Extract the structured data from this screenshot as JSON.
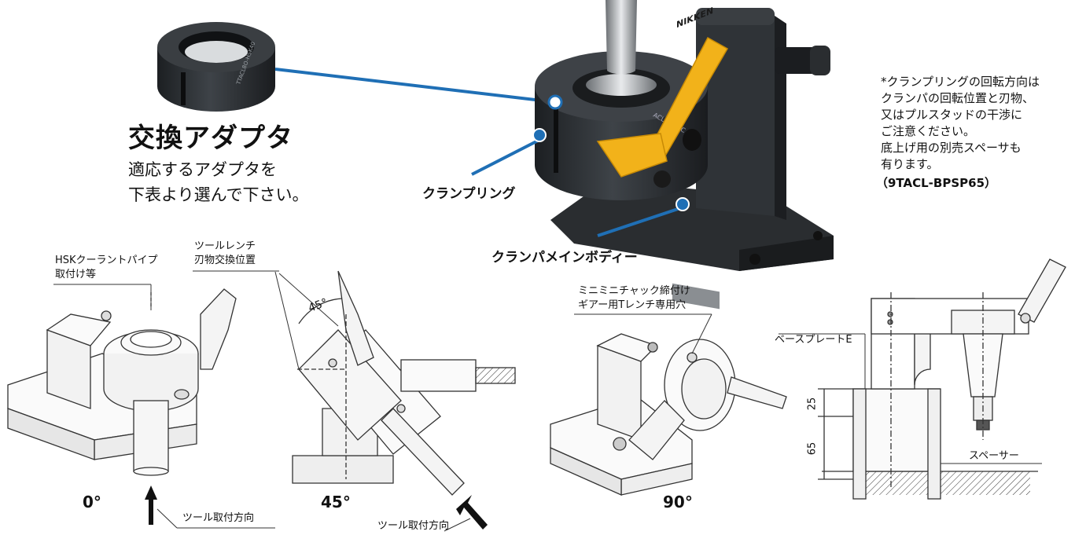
{
  "top": {
    "adapter_title": "交換アダプタ",
    "adapter_desc": "適応するアダプタを\n下表より選んで下さい。",
    "clamp_ring_label": "クランプリング",
    "clamp_body_label": "クランパメインボディー",
    "adapter_engraving": "TTACL8O-HSK40",
    "brand_plate": "NIKKEN",
    "body_engraving": "ACL-B40HC"
  },
  "note": {
    "text": "*クランプリングの回転方向は\n クランパの回転位置と刃物、\n 又はプルスタッドの干渉に\n ご注意ください。\n 底上げ用の別売スペーサも\n 有ります。",
    "code": "（9TACL-BPSP65）"
  },
  "views": {
    "v0": {
      "degree": "0°",
      "callout": "HSKクーラントパイプ\n取付け等",
      "arrow_label": "ツール取付方向"
    },
    "v45": {
      "degree": "45°",
      "callout": "ツールレンチ\n刃物交換位置",
      "angle": "45°",
      "arrow_label": "ツール取付方向"
    },
    "v90": {
      "degree": "90°",
      "callout": "ミニミニチャック締付け\nギアー用Tレンチ専用穴"
    },
    "spacer": {
      "base_plate": "ベースプレートE",
      "spacer_label": "スペーサー",
      "dim_top": "25",
      "dim_bottom": "65"
    }
  },
  "colors": {
    "accent_blue": "#1f6fb5",
    "lever_yellow": "#f2b21a",
    "metal_dark": "#2b2f33",
    "line_gray": "#333333"
  }
}
